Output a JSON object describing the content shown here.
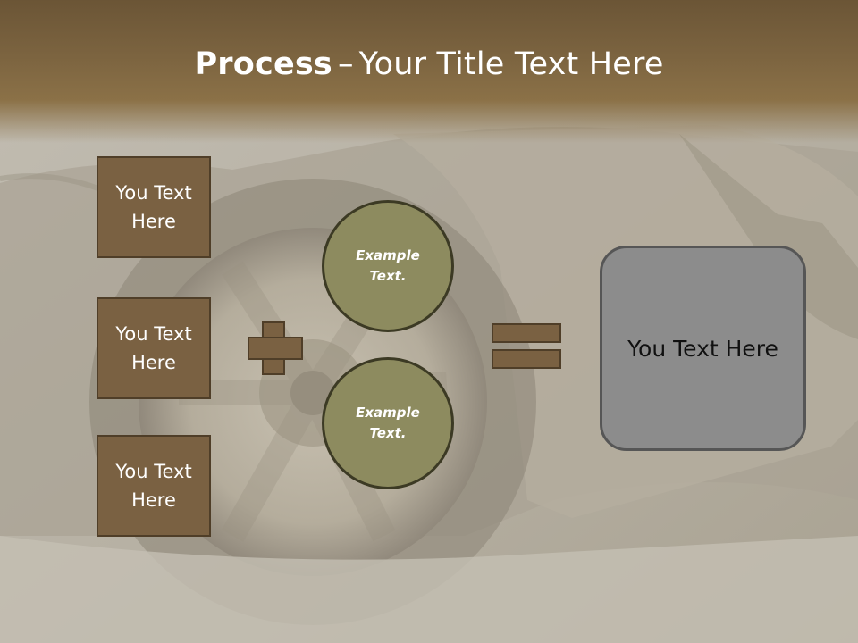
{
  "slide": {
    "title_bold": "Process",
    "title_separator": "–",
    "title_rest": "Your Title Text Here",
    "boxes": [
      {
        "label": "You Text Here"
      },
      {
        "label": "You Text Here"
      },
      {
        "label": "You Text Here"
      }
    ],
    "circles": [
      {
        "label": "Example Text."
      },
      {
        "label": "Example Text."
      }
    ],
    "result": {
      "label": "You Text Here"
    }
  },
  "colors": {
    "header_brown": "#7c6440",
    "box_fill": "#7a6142",
    "box_border": "#4f3e28",
    "circle_fill": "#8d8b5f",
    "result_fill": "#8c8c8c"
  },
  "icons": [
    "plus-sign-icon",
    "equals-sign-icon"
  ]
}
